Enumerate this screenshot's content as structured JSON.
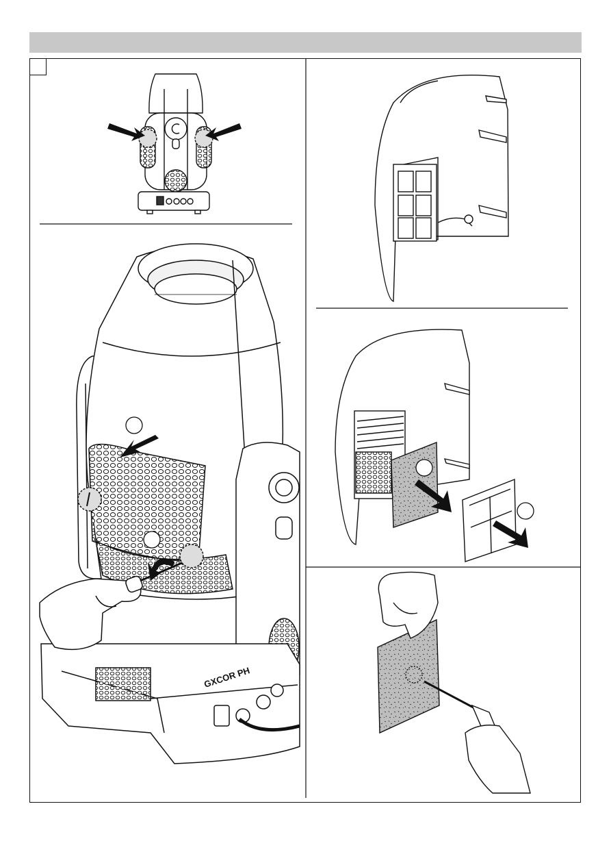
{
  "header": {
    "title": ""
  },
  "figure": {
    "label": ""
  },
  "panels": [
    {
      "name": "front-view"
    },
    {
      "name": "cover-removal"
    },
    {
      "name": "cover-inside"
    },
    {
      "name": "filter-removal"
    },
    {
      "name": "filter-cleaning"
    }
  ],
  "steps": {
    "one": "",
    "two": "",
    "three": "",
    "four": ""
  },
  "device_label": "GXCOR PH",
  "colors": {
    "header_bg": "#c8c8c8",
    "line": "#111111",
    "filter": "#bdbdbd"
  }
}
